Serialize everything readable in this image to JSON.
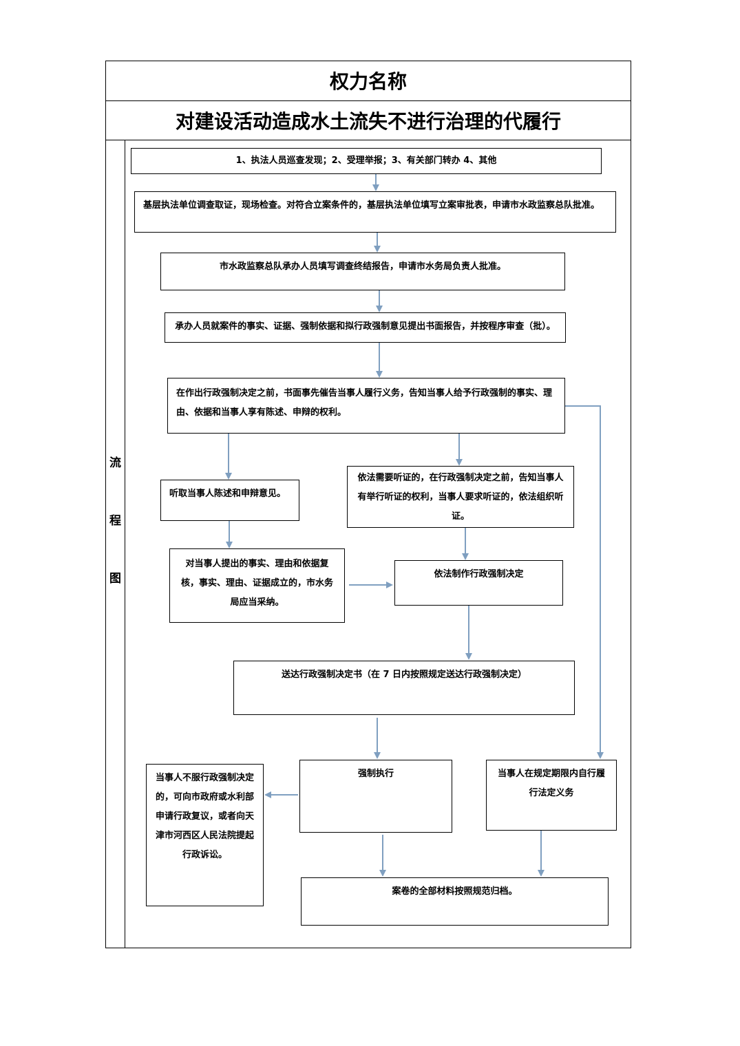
{
  "header": {
    "title": "权力名称",
    "power_name": "对建设活动造成水土流失不进行治理的代履行"
  },
  "side_label": [
    "流",
    "程",
    "图"
  ],
  "steps": {
    "s1": "1、执法人员巡查发现；2、受理举报；3、有关部门转办 4、其他",
    "s2": "基层执法单位调查取证，现场检查。对符合立案条件的，基层执法单位填写立案审批表，申请市水政监察总队批准。",
    "s3": "市水政监察总队承办人员填写调查终结报告，申请市水务局负责人批准。",
    "s4": "承办人员就案件的事实、证据、强制依据和拟行政强制意见提出书面报告，并按程序审查（批）。",
    "s5": "在作出行政强制决定之前，书面事先催告当事人履行义务，告知当事人给予行政强制的事实、理由、依据和当事人享有陈述、申辩的权利。",
    "s6a": "听取当事人陈述和申辩意见。",
    "s6b": "依法需要听证的，在行政强制决定之前，告知当事人有举行听证的权利，当事人要求听证的，依法组织听证。",
    "s7a": "对当事人提出的事实、理由和依据复核，事实、理由、证据成立的，市水务局应当采纳。",
    "s7b": "依法制作行政强制决定",
    "s8": "送达行政强制决定书（在 7 日内按照规定送达行政强制决定）",
    "s9a": "当事人不服行政强制决定的，可向市政府或水利部申请行政复议，或者向天津市河西区人民法院提起行政诉讼。",
    "s9b": "强制执行",
    "s9c": "当事人在规定期限内自行履行法定义务",
    "s10": "案卷的全部材料按照规范归档。"
  },
  "colors": {
    "arrow": "#7f9fc0",
    "border": "#000000"
  }
}
